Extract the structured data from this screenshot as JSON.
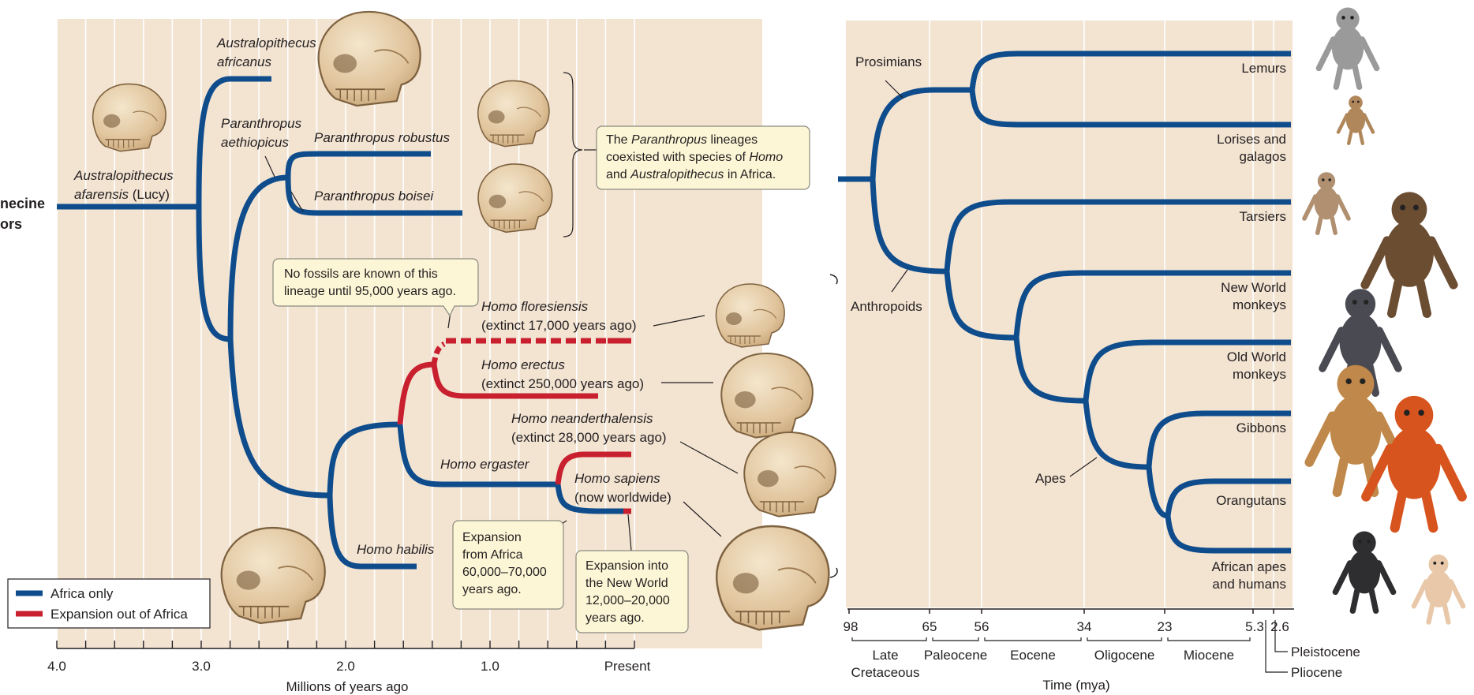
{
  "colors": {
    "africa_only": "#0f4c8c",
    "out_of_africa": "#c8202e",
    "panel_bg": "#f3e4d2",
    "grid": "#ffffff",
    "callout_bg": "#fdf6d6",
    "skull": "#e6cfac"
  },
  "hominin_tree": {
    "cut_label": [
      "necine",
      "ors"
    ],
    "axis": {
      "tick_labels": [
        "4.0",
        "3.0",
        "2.0",
        "1.0",
        "Present"
      ],
      "title": "Millions of years ago"
    },
    "species": {
      "afarensis": [
        "Australopithecus",
        "afarensis",
        " (Lucy)"
      ],
      "africanus": [
        "Australopithecus",
        "africanus"
      ],
      "aethiopicus": [
        "Paranthropus",
        "aethiopicus"
      ],
      "robustus": "Paranthropus robustus",
      "boisei": "Paranthropus boisei",
      "floresiensis": [
        "Homo floresiensis",
        "(extinct 17,000 years ago)"
      ],
      "erectus": [
        "Homo erectus",
        "(extinct 250,000 years ago)"
      ],
      "neanderthalensis": [
        "Homo neanderthalensis",
        "(extinct 28,000 years ago)"
      ],
      "ergaster": "Homo ergaster",
      "sapiens": [
        "Homo sapiens",
        "(now worldwide)"
      ],
      "habilis": "Homo habilis"
    },
    "callouts": {
      "paranthropus": [
        "The ",
        "Paranthropus",
        " lineages",
        "coexisted with species of ",
        "Homo",
        "and ",
        "Australopithecus",
        " in Africa."
      ],
      "no_fossils": [
        "No fossils are known of this",
        "lineage until 95,000 years ago."
      ],
      "expansion_africa": [
        "Expansion",
        "from Africa",
        "60,000–70,000",
        "years ago."
      ],
      "expansion_new_world": [
        "Expansion into",
        "the New World",
        "12,000–20,000",
        "years ago."
      ]
    },
    "legend": [
      {
        "label": "Africa only",
        "color": "#0f4c8c"
      },
      {
        "label": "Expansion out of Africa",
        "color": "#c8202e"
      }
    ]
  },
  "primate_tree": {
    "taxa": {
      "lemurs": [
        "Lemurs"
      ],
      "lorises": [
        "Lorises and",
        "galagos"
      ],
      "tarsiers": [
        "Tarsiers"
      ],
      "new_world": [
        "New World",
        "monkeys"
      ],
      "old_world": [
        "Old World",
        "monkeys"
      ],
      "gibbons": [
        "Gibbons"
      ],
      "orangutans": [
        "Orangutans"
      ],
      "african_apes": [
        "African apes",
        "and humans"
      ]
    },
    "groups": {
      "prosimians": "Prosimians",
      "anthropoids": "Anthropoids",
      "apes": "Apes"
    },
    "axis": {
      "tick_labels": [
        "98",
        "65",
        "56",
        "34",
        "23",
        "5.3",
        "2.6"
      ],
      "epochs": [
        [
          "Late",
          "Cretaceous"
        ],
        [
          "Paleocene"
        ],
        [
          "Eocene"
        ],
        [
          "Oligocene"
        ],
        [
          "Miocene"
        ],
        [
          "Pleistocene"
        ],
        [
          "Pliocene"
        ]
      ],
      "title": "Time (mya)"
    }
  }
}
